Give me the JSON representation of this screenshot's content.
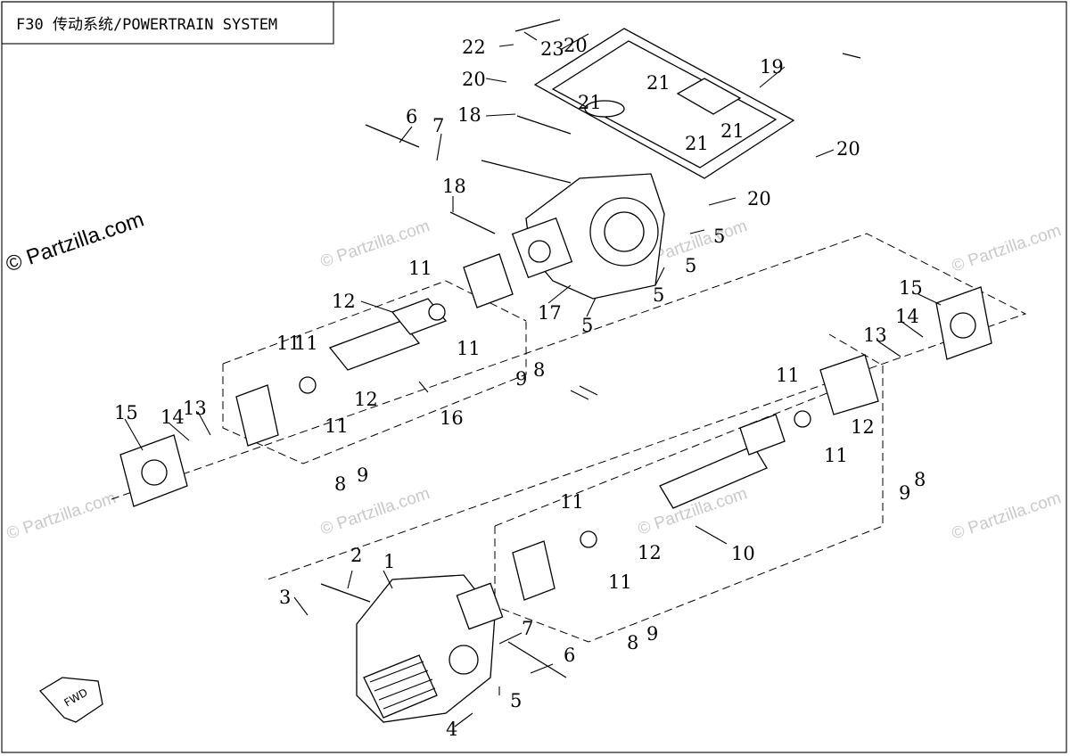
{
  "title": "F30 传动系统/POWERTRAIN SYSTEM",
  "watermark": "© Partzilla.com",
  "fwd_label": "FWD",
  "callouts": [
    "1",
    "2",
    "3",
    "4",
    "5",
    "5",
    "5",
    "5",
    "5",
    "6",
    "6",
    "7",
    "7",
    "8",
    "8",
    "8",
    "8",
    "9",
    "9",
    "9",
    "9",
    "10",
    "11",
    "11",
    "11",
    "11",
    "11",
    "11",
    "11",
    "11",
    "11",
    "12",
    "12",
    "12",
    "12",
    "13",
    "13",
    "14",
    "14",
    "15",
    "15",
    "16",
    "17",
    "18",
    "18",
    "19",
    "20",
    "20",
    "20",
    "20",
    "21",
    "21",
    "21",
    "21",
    "22",
    "23"
  ],
  "colors": {
    "ink": "#000000",
    "paper": "#ffffff",
    "watermark": "#c9c9c9"
  }
}
